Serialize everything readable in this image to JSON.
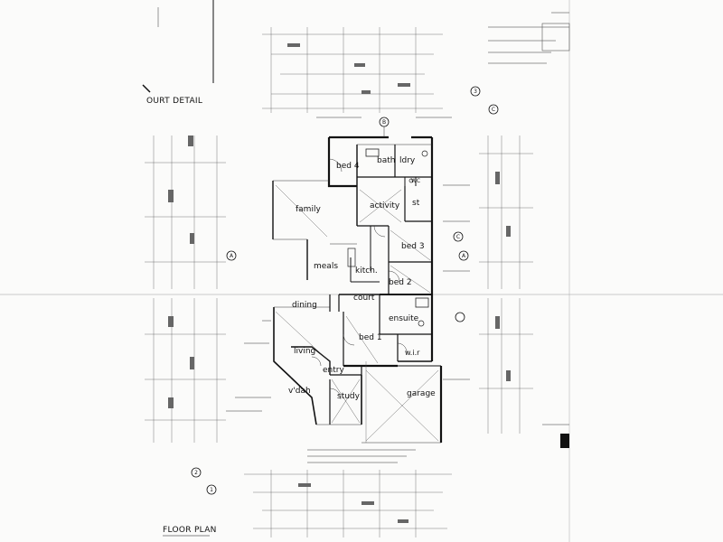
{
  "drawing": {
    "court_detail_title": "OURT DETAIL",
    "floor_plan_title": "FLOOR PLAN",
    "grid_bubbles": [
      "B",
      "A",
      "A",
      "C",
      "C",
      "1",
      "2",
      "3"
    ],
    "rooms": {
      "bed4": "bed 4",
      "bath": "bath",
      "ldry": "ldry",
      "wc": "WC",
      "family": "family",
      "activity": "activity",
      "st": "st",
      "bed3": "bed 3",
      "meals": "meals",
      "kitch": "kitch.",
      "bed2": "bed 2",
      "court": "court",
      "dining": "dining",
      "ensuite": "ensuite",
      "bed1": "bed 1",
      "living": "living",
      "wir": "w.i.r",
      "entry": "entry",
      "vdah": "v'dah",
      "study": "study",
      "garage": "garage"
    }
  }
}
